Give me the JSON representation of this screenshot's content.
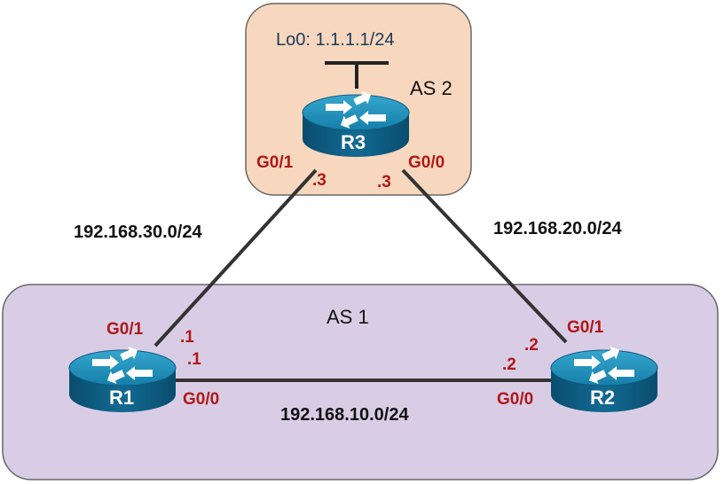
{
  "colors": {
    "as1_fill": "#d9cde6",
    "as2_fill": "#f7d8be",
    "link": "#333333",
    "router_top": "#1f8fb8",
    "router_side": "#0d5a80",
    "interface_label": "#b01818"
  },
  "as_regions": {
    "as1": {
      "label": "AS 1"
    },
    "as2": {
      "label": "AS 2"
    }
  },
  "loopback": {
    "label": "Lo0: 1.1.1.1/24"
  },
  "routers": {
    "r1": {
      "name": "R1",
      "icon": "router-icon"
    },
    "r2": {
      "name": "R2",
      "icon": "router-icon"
    },
    "r3": {
      "name": "R3",
      "icon": "router-icon"
    }
  },
  "links": {
    "r1_r3": {
      "network": "192.168.30.0/24"
    },
    "r2_r3": {
      "network": "192.168.20.0/24"
    },
    "r1_r2": {
      "network": "192.168.10.0/24"
    }
  },
  "interfaces": {
    "r3_g01": {
      "name": "G0/1",
      "host": ".3"
    },
    "r3_g00": {
      "name": "G0/0",
      "host": ".3"
    },
    "r1_g01": {
      "name": "G0/1",
      "host": ".1"
    },
    "r1_g00": {
      "name": "G0/0",
      "host": ".1"
    },
    "r2_g01": {
      "name": "G0/1",
      "host": ".2"
    },
    "r2_g00": {
      "name": "G0/0",
      "host": ".2"
    }
  }
}
